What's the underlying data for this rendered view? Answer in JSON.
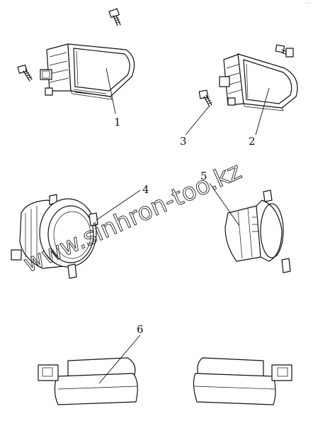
{
  "callouts": [
    {
      "id": "1",
      "label": "1"
    },
    {
      "id": "2",
      "label": "2"
    },
    {
      "id": "3",
      "label": "3"
    },
    {
      "id": "4",
      "label": "4"
    },
    {
      "id": "5",
      "label": "5"
    },
    {
      "id": "6",
      "label": "6"
    }
  ],
  "watermark": "www.sinhron-too.kz",
  "corner_mark": "~~",
  "colors": {
    "line": "#111111",
    "background": "#ffffff"
  }
}
